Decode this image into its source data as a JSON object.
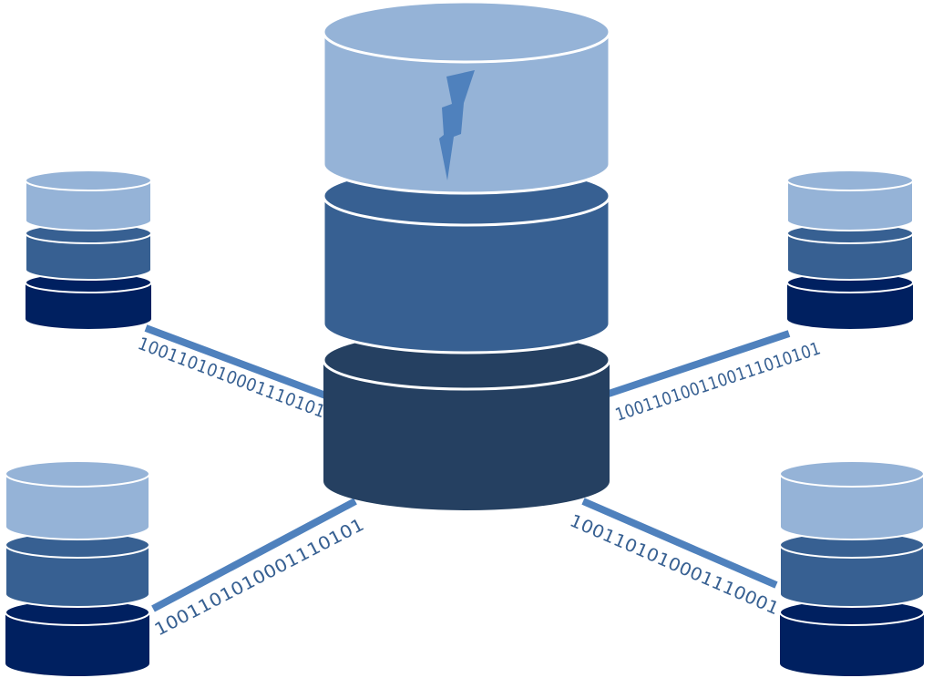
{
  "colors": {
    "background": "#ffffff",
    "tier_light": "#95b3d7",
    "tier_mid": "#376092",
    "tier_dark": "#254061",
    "tier_darkest": "#002060",
    "link_line": "#4f81bd",
    "bit_text": "#376092",
    "separator": "#ffffff",
    "lightning": "#4f81bd"
  },
  "icons": {
    "central": "central-database-icon",
    "satellite": "satellite-database-icon",
    "lightning": "lightning-bolt-icon"
  },
  "links": [
    {
      "id": "top-left",
      "bits": "1001101010001110101"
    },
    {
      "id": "top-right",
      "bits": "1001101001100111010101"
    },
    {
      "id": "bottom-left",
      "bits": "1001101010001110101"
    },
    {
      "id": "bottom-right",
      "bits": "1001101010001110001"
    }
  ]
}
